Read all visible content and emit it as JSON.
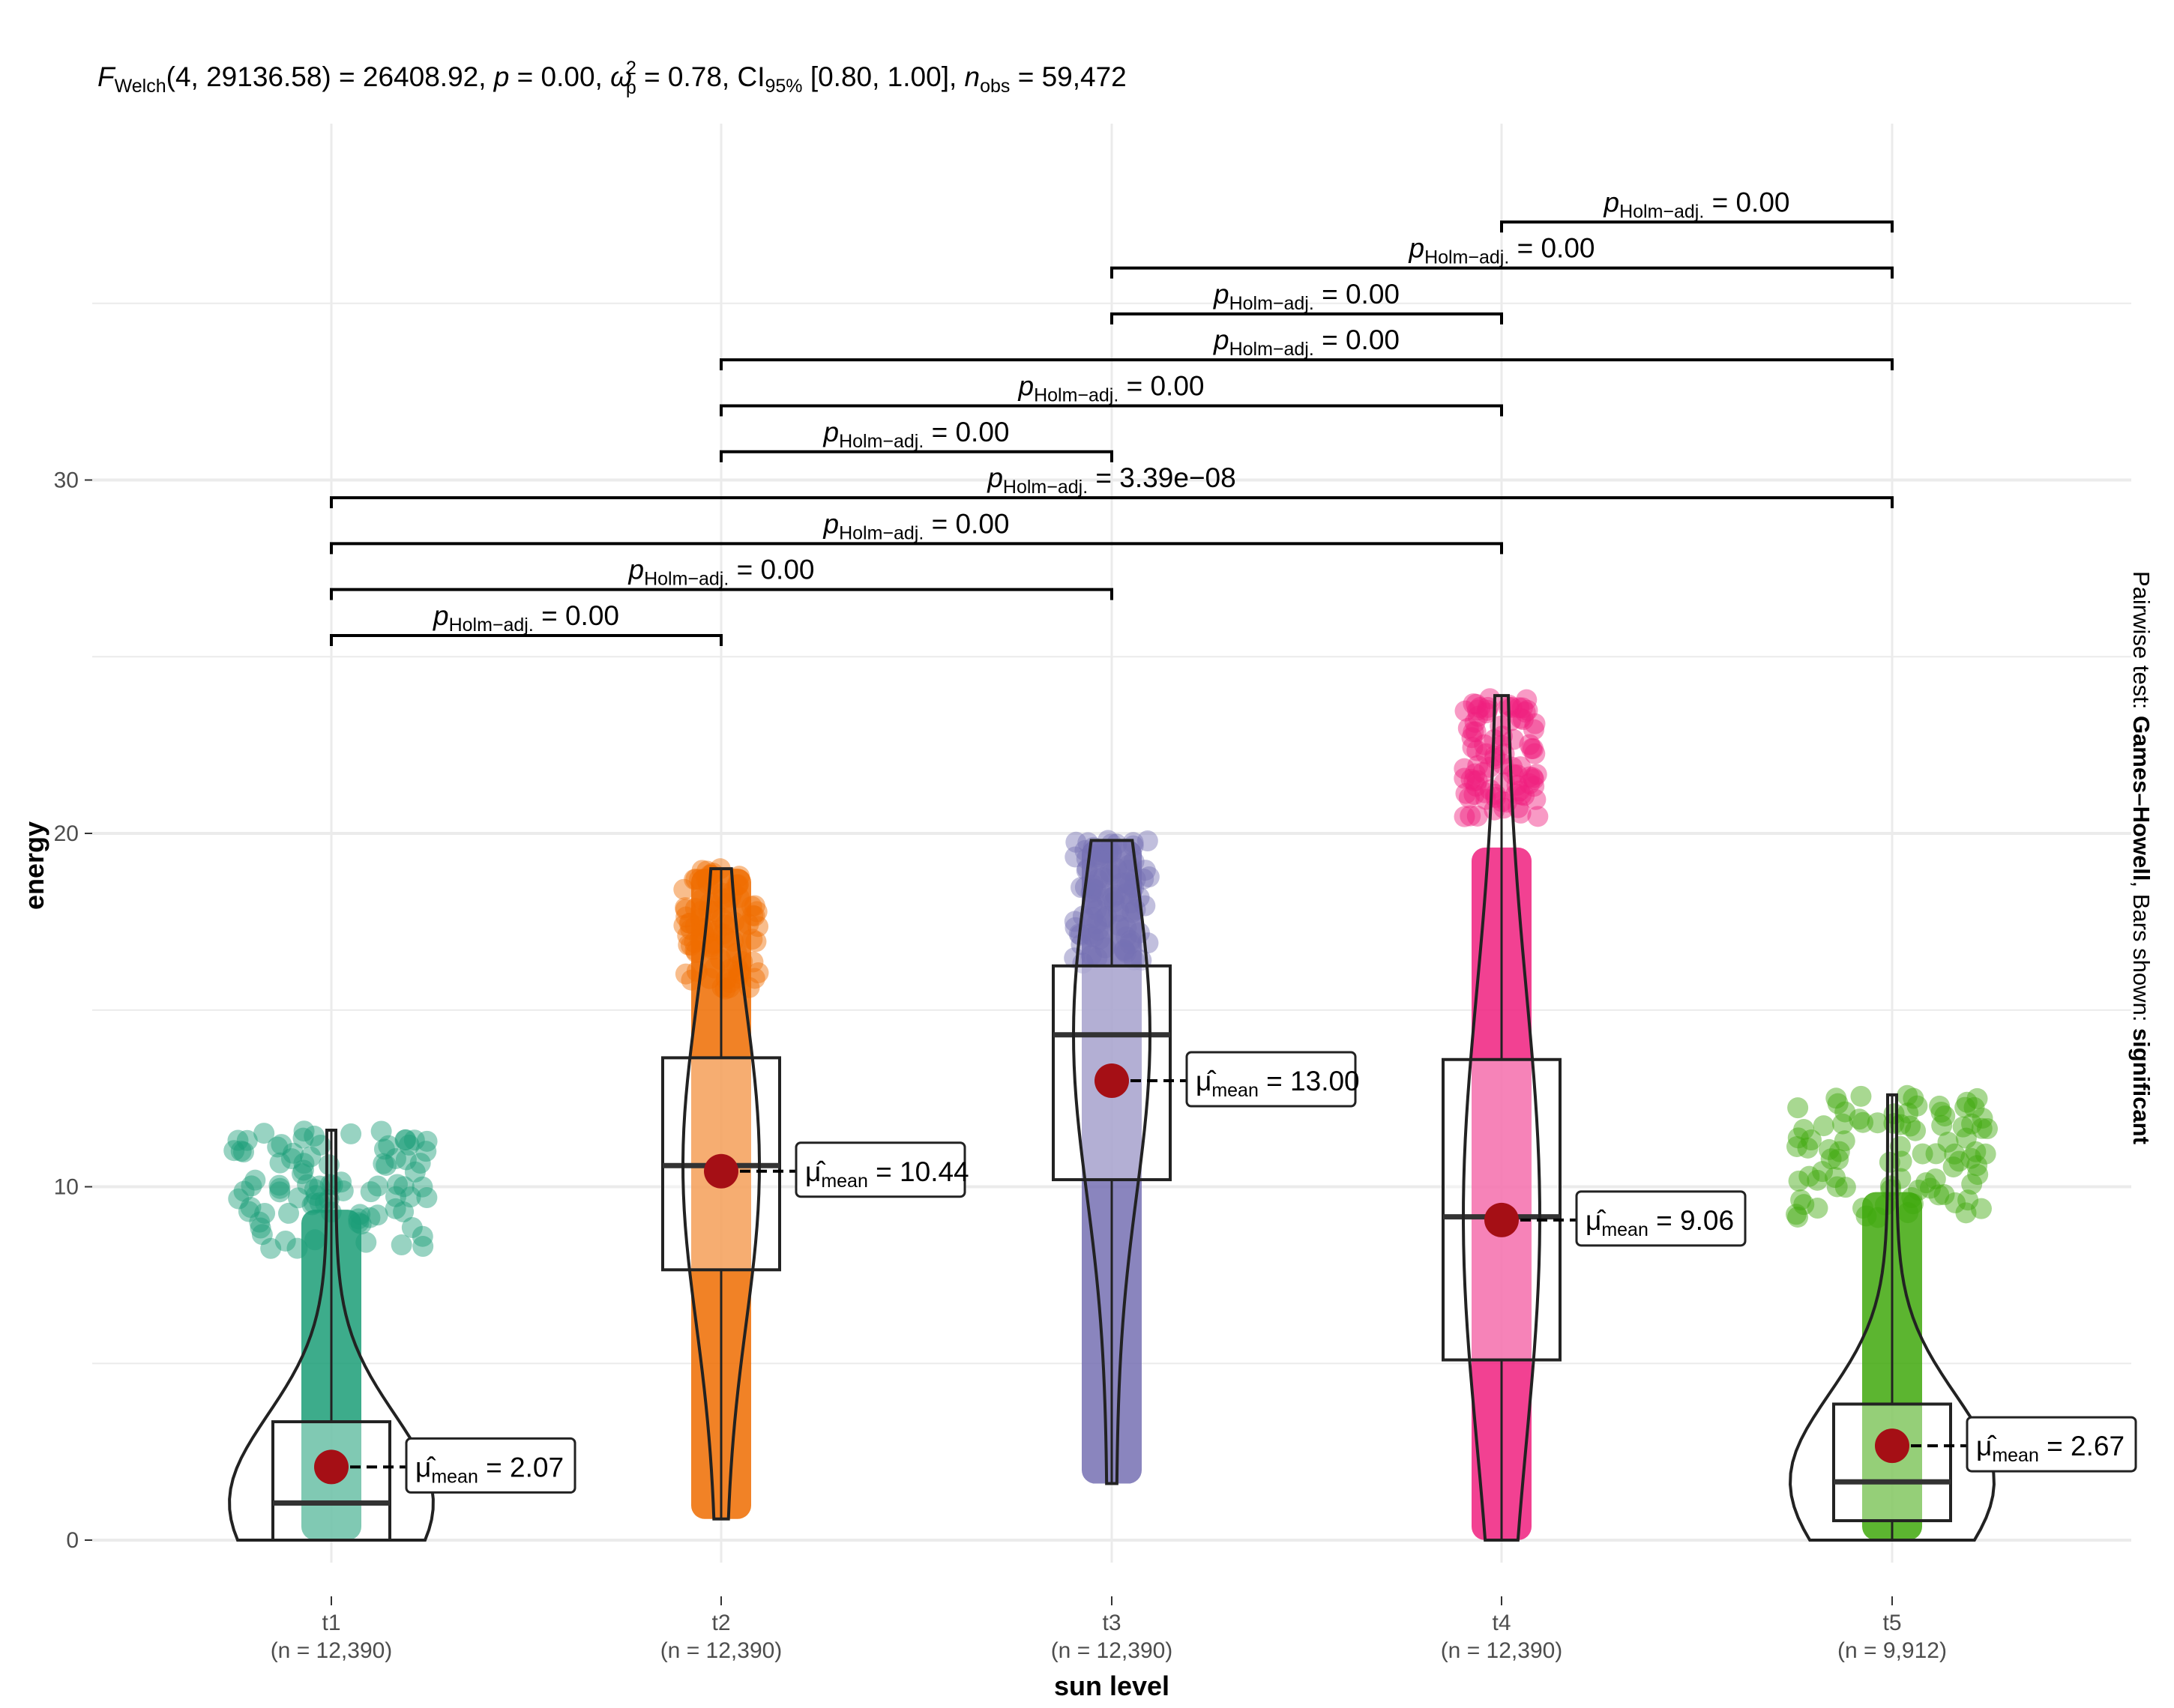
{
  "subtitle": {
    "F": "F",
    "F_sub": "Welch",
    "F_args": "(4, 29136.58) = 26408.92, ",
    "p": "p",
    "p_val": " = 0.00, ",
    "omega": "ω",
    "omega_sup": "2",
    "omega_sub": "p",
    "omega_val": " = 0.78, CI",
    "ci_sub": "95%",
    "ci_val": " [0.80, 1.00], ",
    "n": "n",
    "n_sub": "obs",
    "n_val": " = 59,472"
  },
  "x_axis_title": "sun level",
  "y_axis_title": "energy",
  "caption": {
    "prefix": "Pairwise test: ",
    "test": "Games–Howell",
    "middle": ", Bars shown: ",
    "shown": "significant"
  },
  "mean_label": {
    "symbol": "μ̂",
    "sub": "mean"
  },
  "pvalue_label": {
    "symbol": "p",
    "sub": "Holm−adj."
  },
  "colors": {
    "t1": "#1b9e77",
    "t2": "#ef6c00",
    "t3": "#7570b3",
    "t4": "#f0207f",
    "t5": "#3fa80c",
    "mean_point": "#a50f15",
    "grid": "#ebebeb"
  },
  "chart_data": {
    "type": "violin-box",
    "xlabel": "sun level",
    "ylabel": "energy",
    "ylim": [
      0,
      40
    ],
    "y_ticks": [
      "0",
      "10",
      "20",
      "30"
    ],
    "groups": [
      {
        "name": "t1",
        "n_label": "(n = 12,390)",
        "mean": 2.07,
        "mean_text": " = 2.07",
        "q1": 0.0,
        "median": 1.05,
        "q3": 3.35,
        "min": 0.0,
        "max": 11.6,
        "jitter_top": 11.6
      },
      {
        "name": "t2",
        "n_label": "(n = 12,390)",
        "mean": 10.44,
        "mean_text": " = 10.44",
        "q1": 7.65,
        "median": 10.6,
        "q3": 13.65,
        "min": 0.6,
        "max": 19.0,
        "jitter_top": 19.0
      },
      {
        "name": "t3",
        "n_label": "(n = 12,390)",
        "mean": 13.0,
        "mean_text": " = 13.00",
        "q1": 10.2,
        "median": 14.3,
        "q3": 16.25,
        "min": 1.6,
        "max": 19.8,
        "jitter_top": 19.8
      },
      {
        "name": "t4",
        "n_label": "(n = 12,390)",
        "mean": 9.06,
        "mean_text": " = 9.06",
        "q1": 5.1,
        "median": 9.15,
        "q3": 13.6,
        "min": 0.0,
        "max": 23.9,
        "jitter_top": 23.9
      },
      {
        "name": "t5",
        "n_label": "(n = 9,912)",
        "mean": 2.67,
        "mean_text": " = 2.67",
        "q1": 0.55,
        "median": 1.65,
        "q3": 3.85,
        "min": 0.0,
        "max": 12.6,
        "jitter_top": 12.6
      }
    ],
    "comparisons": [
      {
        "from": "t1",
        "to": "t2",
        "y": 25.6,
        "p_text": " = 0.00"
      },
      {
        "from": "t1",
        "to": "t3",
        "y": 26.9,
        "p_text": " = 0.00"
      },
      {
        "from": "t1",
        "to": "t4",
        "y": 28.2,
        "p_text": " = 0.00"
      },
      {
        "from": "t1",
        "to": "t5",
        "y": 29.5,
        "p_text": " = 3.39e−08"
      },
      {
        "from": "t2",
        "to": "t3",
        "y": 30.8,
        "p_text": " = 0.00"
      },
      {
        "from": "t2",
        "to": "t4",
        "y": 32.1,
        "p_text": " = 0.00"
      },
      {
        "from": "t2",
        "to": "t5",
        "y": 33.4,
        "p_text": " = 0.00"
      },
      {
        "from": "t3",
        "to": "t4",
        "y": 34.7,
        "p_text": " = 0.00"
      },
      {
        "from": "t3",
        "to": "t5",
        "y": 36.0,
        "p_text": " = 0.00"
      },
      {
        "from": "t4",
        "to": "t5",
        "y": 37.3,
        "p_text": " = 0.00"
      }
    ]
  }
}
